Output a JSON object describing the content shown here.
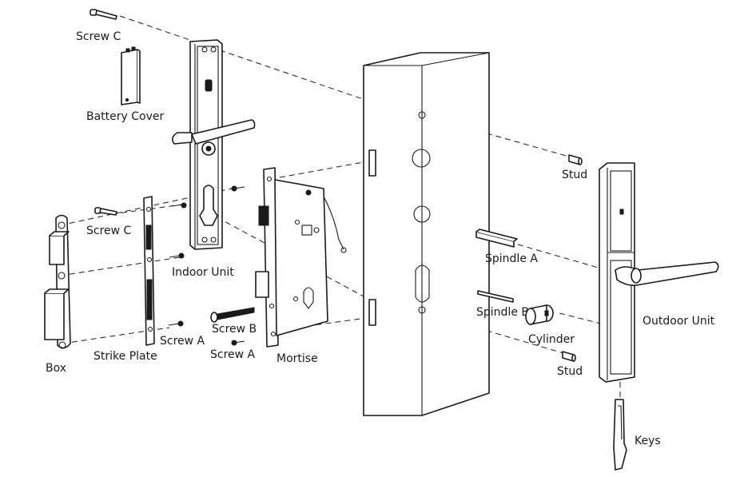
{
  "labels": {
    "screw_c_top": "Screw C",
    "battery_cover": "Battery Cover",
    "screw_c_left": "Screw C",
    "indoor_unit": "Indoor Unit",
    "box": "Box",
    "strike_plate": "Strike Plate",
    "screw_a_left": "Screw A",
    "screw_b": "Screw B",
    "screw_a_bottom": "Screw A",
    "mortise": "Mortise",
    "stud_top": "Stud",
    "spindle_a": "Spindle A",
    "spindle_b": "Spindle B",
    "cylinder": "Cylinder",
    "stud_bottom": "Stud",
    "outdoor_unit": "Outdoor Unit",
    "keys": "Keys"
  }
}
